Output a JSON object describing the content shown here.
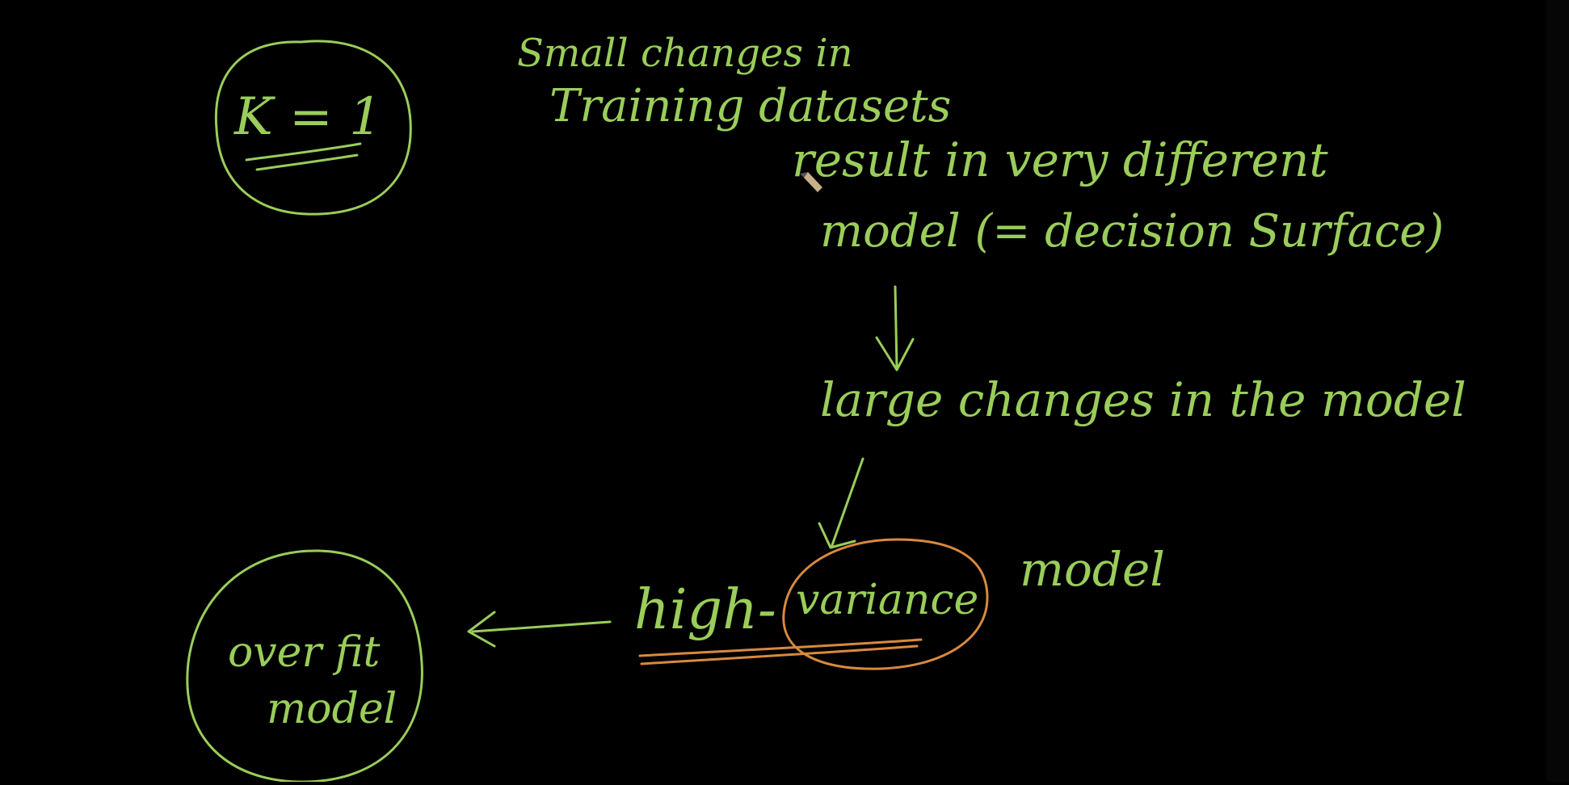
{
  "whiteboard": {
    "k_value_label": "K = 1",
    "line1": "Small changes in",
    "line2": "Training datasets",
    "line3": "result in very different",
    "line4": "model (= decision Surface)",
    "line5": "large changes in the model",
    "high": "high-",
    "variance": "variance",
    "model_after": "model",
    "overfit_line1": "over fit",
    "overfit_line2": "model"
  },
  "colors": {
    "background": "#000000",
    "ink_green": "#9acd5a",
    "ink_orange": "#d8893e"
  }
}
